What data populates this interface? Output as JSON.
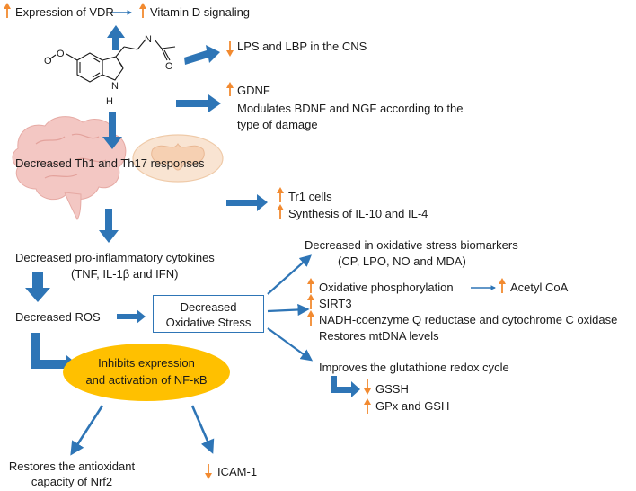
{
  "colors": {
    "arrow": "#2e75b6",
    "up_down": "#f28a30",
    "ellipse": "#ffc000",
    "box_border": "#2e75b6"
  },
  "top": {
    "vdr": "Expression of VDR",
    "vitd": "Vitamin D signaling"
  },
  "right": {
    "lps": "LPS and LBP in the CNS",
    "gdnf": "GDNF",
    "bdnf_1": "Modulates BDNF and NGF according to the",
    "bdnf_2": "type of damage",
    "tr1": "Tr1 cells",
    "il": "Synthesis of IL-10 and IL-4"
  },
  "molecule": {
    "methoxy": "O",
    "nh": "H",
    "amide_n": "N",
    "amide_o": "O",
    "ring_n": "N"
  },
  "center": {
    "th": "Decreased Th1 and Th17 responses",
    "cyto_1": "Decreased pro-inflammatory  cytokines",
    "cyto_2": "(TNF, IL-1β and IFN)",
    "ros": "Decreased ROS",
    "box_1": "Decreased",
    "box_2": "Oxidative Stress",
    "ell_1": "Inhibits expression",
    "ell_2": "and activation of NF-κB",
    "nrf_1": "Restores the antioxidant",
    "nrf_2": "capacity of Nrf2",
    "icam": "ICAM-1"
  },
  "oxidative": {
    "bio_1": "Decreased in oxidative stress biomarkers",
    "bio_2": "(CP, LPO, NO and MDA)",
    "oxphos": "Oxidative phosphorylation",
    "acetyl": "Acetyl CoA",
    "sirt": "SIRT3",
    "nadh": "NADH-coenzyme  Q reductase and cytochrome  C oxidase",
    "mtdna": "Restores mtDNA levels",
    "glut": "Improves the glutathione redox cycle",
    "gssh": "GSSH",
    "gpx": "GPx and GSH"
  }
}
